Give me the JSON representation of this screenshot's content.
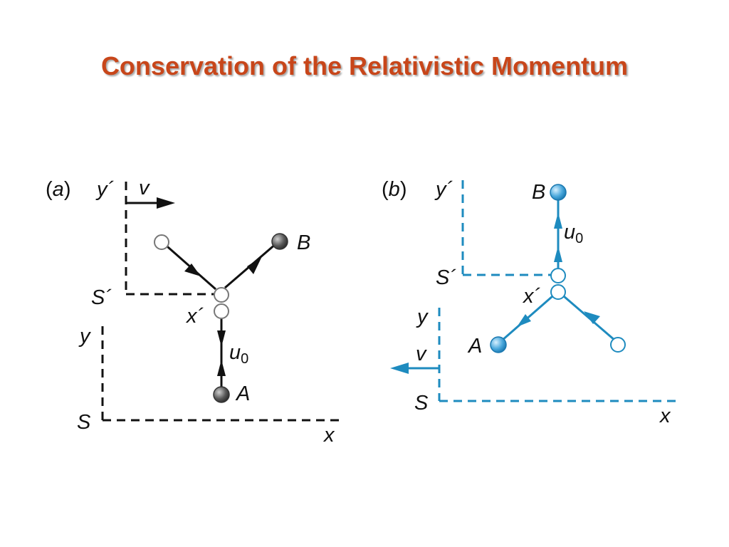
{
  "title": "Conservation of the Relativistic Momentum",
  "colors": {
    "title": "#c8461a",
    "panel_a": "#111111",
    "panel_b": "#1e8bbf",
    "ball_dark": "#555555",
    "ball_blue": "#4aa8dc"
  },
  "panel_a": {
    "tag_open": "(",
    "tag_letter": "a",
    "tag_close": ")",
    "y_prime": "y´",
    "v": "v",
    "s_prime": "S´",
    "x_prime": "x´",
    "y": "y",
    "u": "u",
    "u_sub": "0",
    "A": "A",
    "B": "B",
    "S": "S",
    "x": "x"
  },
  "panel_b": {
    "tag_open": "(",
    "tag_letter": "b",
    "tag_close": ")",
    "y_prime": "y´",
    "B": "B",
    "u": "u",
    "u_sub": "0",
    "s_prime": "S´",
    "x_prime": "x´",
    "y": "y",
    "A": "A",
    "v": "v",
    "S": "S",
    "x": "x"
  }
}
